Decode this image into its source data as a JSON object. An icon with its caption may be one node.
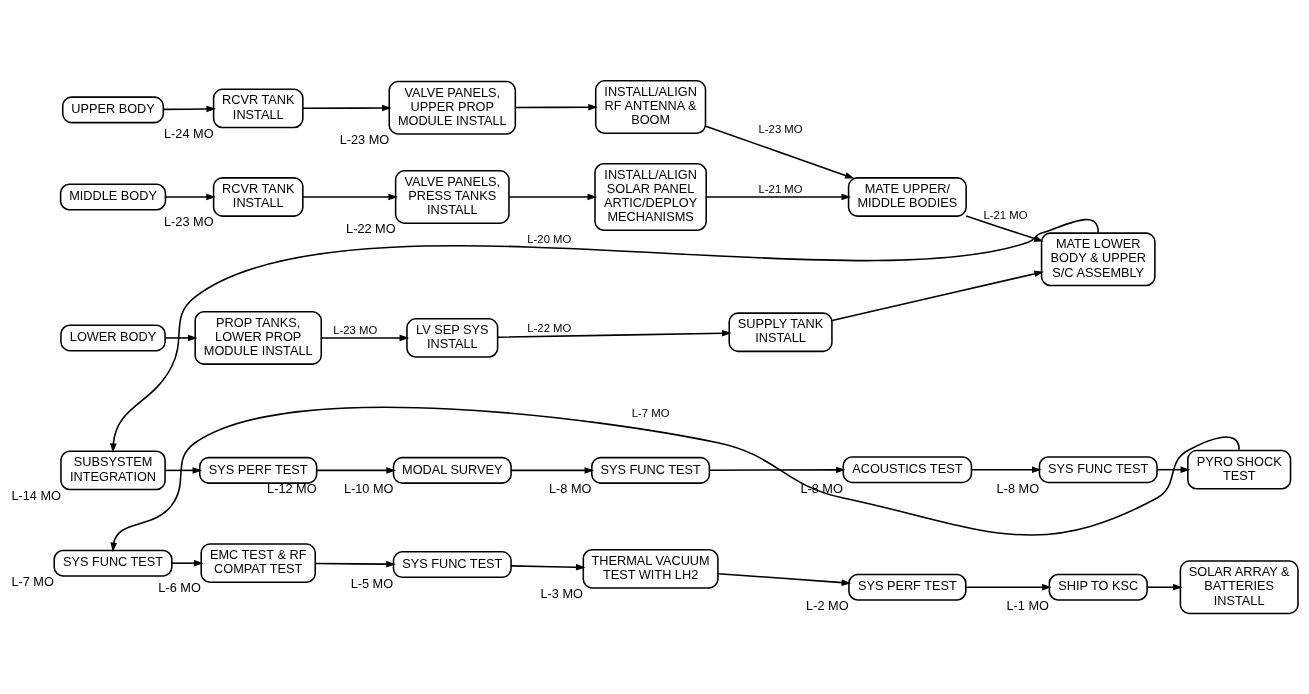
{
  "diagram": {
    "nodes": [
      {
        "text": [
          "UPPER BODY"
        ]
      },
      {
        "text": [
          "RCVR TANK INSTALL"
        ],
        "beside": [
          "L-24 MO"
        ]
      },
      {
        "text": [
          "VALVE PANELS, UPPER PROP MODULE INSTALL"
        ],
        "beside": [
          "L-23 MO"
        ]
      },
      {
        "text": [
          "INSTALL/ALIGN RF ANTENNA & BOOM"
        ]
      },
      {
        "text": [
          "MIDDLE BODY"
        ]
      },
      {
        "text": [
          "RCVR TANK INSTALL"
        ],
        "beside": [
          "L-23 MO"
        ]
      },
      {
        "text": [
          "VALVE PANELS, PRESS TANKS INSTALL"
        ],
        "beside": [
          "L-22 MO"
        ]
      },
      {
        "text": [
          "INSTALL/ALIGN SOLAR PANEL ARTIC/DEPLOY MECHANISMS"
        ]
      },
      {
        "text": [
          "MATE UPPER/ MIDDLE BODIES"
        ]
      },
      {
        "text": [
          "LOWER BODY"
        ]
      },
      {
        "text": [
          "PROP TANKS, LOWER PROP MODULE INSTALL"
        ]
      },
      {
        "text": [
          "LV SEP SYS INSTALL"
        ]
      },
      {
        "text": [
          "SUPPLY TANK INSTALL"
        ]
      },
      {
        "text": [
          "MATE LOWER BODY & UPPER S/C ASSEMBLY"
        ]
      },
      {
        "text": [
          "SUBSYSTEM INTEGRATION"
        ],
        "beside": [
          "L-14 MO"
        ]
      },
      {
        "text": [
          "SYS PERF TEST"
        ],
        "beside": [
          "L-12 MO"
        ]
      },
      {
        "text": [
          "MODAL SURVEY"
        ],
        "beside": [
          "L-10 MO"
        ]
      },
      {
        "text": [
          "SYS FUNC TEST"
        ],
        "beside": [
          "L-8 MO"
        ]
      },
      {
        "text": [
          "ACOUSTICS TEST"
        ],
        "beside": [
          "L-8 MO"
        ]
      },
      {
        "text": [
          "SYS FUNC TEST"
        ],
        "beside": [
          "L-8 MO"
        ]
      },
      {
        "text": [
          "PYRO SHOCK TEST"
        ]
      },
      {
        "text": [
          "SYS FUNC TEST"
        ],
        "beside": [
          "L-7 MO"
        ]
      },
      {
        "text": [
          "EMC TEST & RF COMPAT TEST"
        ],
        "beside": [
          "L-6 MO"
        ]
      },
      {
        "text": [
          "SYS FUNC TEST"
        ],
        "beside": [
          "L-5 MO"
        ]
      },
      {
        "text": [
          "THERMAL VACUUM TEST WITH LH2"
        ],
        "beside": [
          "L-3 MO"
        ]
      },
      {
        "text": [
          "SYS PERF TEST"
        ],
        "beside": [
          "L-2 MO"
        ]
      },
      {
        "text": [
          "SHIP TO KSC"
        ],
        "beside": [
          "L-1 MO"
        ]
      },
      {
        "text": [
          "SOLAR ARRAY & BATTERIES INSTALL"
        ]
      }
    ],
    "edges": [
      {
        "from": 0,
        "to": 1,
        "arrow": "to"
      },
      {
        "from": 1,
        "to": 2,
        "arrow": "to"
      },
      {
        "from": 2,
        "to": 3,
        "arrow": "to"
      },
      {
        "from": 3,
        "to": 8,
        "arrow": "to",
        "label": "L-23 MO"
      },
      {
        "from": 4,
        "to": 5,
        "arrow": "to"
      },
      {
        "from": 5,
        "to": 6,
        "arrow": "to"
      },
      {
        "from": 6,
        "to": 7,
        "arrow": "to"
      },
      {
        "from": 7,
        "to": 8,
        "arrow": "to",
        "label": "L-21 MO"
      },
      {
        "from": 8,
        "to": 13,
        "arrow": "to",
        "label": "L-21 MO"
      },
      {
        "from": 9,
        "to": 10,
        "arrow": "to"
      },
      {
        "from": 10,
        "to": 11,
        "arrow": "to",
        "label": "L-23 MO"
      },
      {
        "from": 11,
        "to": 12,
        "arrow": "to",
        "label": "L-22 MO"
      },
      {
        "from": 12,
        "to": 13,
        "arrow": "to"
      },
      {
        "from": 13,
        "to": 14,
        "arrow": "to",
        "label": "L-20 MO"
      },
      {
        "from": 14,
        "to": 15,
        "arrow": "to"
      },
      {
        "from": 15,
        "to": 16,
        "arrow": "to"
      },
      {
        "from": 16,
        "to": 17,
        "arrow": "to"
      },
      {
        "from": 17,
        "to": 18,
        "arrow": "to"
      },
      {
        "from": 18,
        "to": 19,
        "arrow": "to"
      },
      {
        "from": 19,
        "to": 20,
        "arrow": "to"
      },
      {
        "from": 20,
        "to": 21,
        "arrow": "to",
        "label": "L-7 MO"
      },
      {
        "from": 21,
        "to": 22,
        "arrow": "to"
      },
      {
        "from": 22,
        "to": 23,
        "arrow": "to"
      },
      {
        "from": 23,
        "to": 24,
        "arrow": "to"
      },
      {
        "from": 24,
        "to": 25,
        "arrow": "to"
      },
      {
        "from": 25,
        "to": 26,
        "arrow": "to"
      },
      {
        "from": 26,
        "to": 27,
        "arrow": "to"
      }
    ]
  }
}
